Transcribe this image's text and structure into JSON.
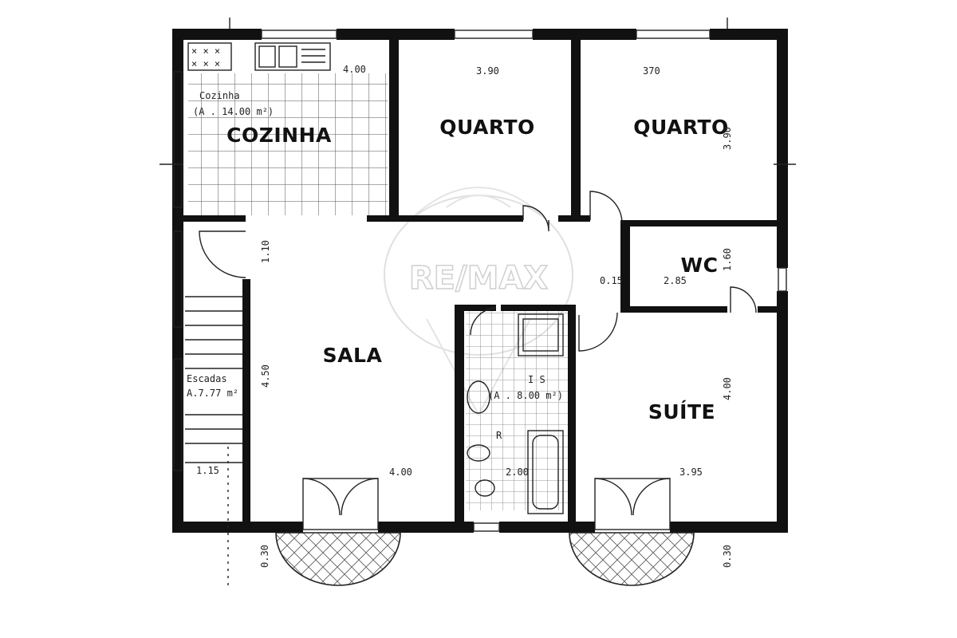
{
  "rooms": {
    "cozinha": "COZINHA",
    "quarto_1": "QUARTO",
    "quarto_2": "QUARTO",
    "wc": "WC",
    "sala": "SALA",
    "suite": "SUÍTE"
  },
  "notes": {
    "cozinha_name": "Cozinha",
    "cozinha_area": "(A . 14.00  m²)",
    "escadas_name": "Escadas",
    "escadas_area": "A.7.77 m²",
    "is_name": "I S",
    "is_area": "(A . 8.00  m²)"
  },
  "dimensions": {
    "cozinha_width": "4.00",
    "quarto1_width": "3.90",
    "quarto2_width": "370",
    "quarto2_depth": "3.90",
    "wc_depth": "1.60",
    "wc_width": "2.85",
    "hall": "0.15",
    "door_clear": "1.10",
    "sala_depth": "4.50",
    "sala_width": "4.00",
    "escadas_width": "1.15",
    "is_width": "2.00",
    "suite_width": "3.95",
    "suite_depth": "4.00",
    "balcony_left": "0.30",
    "balcony_right": "0.30"
  },
  "watermark": {
    "text": "RE/MAX",
    "mark": "R"
  }
}
